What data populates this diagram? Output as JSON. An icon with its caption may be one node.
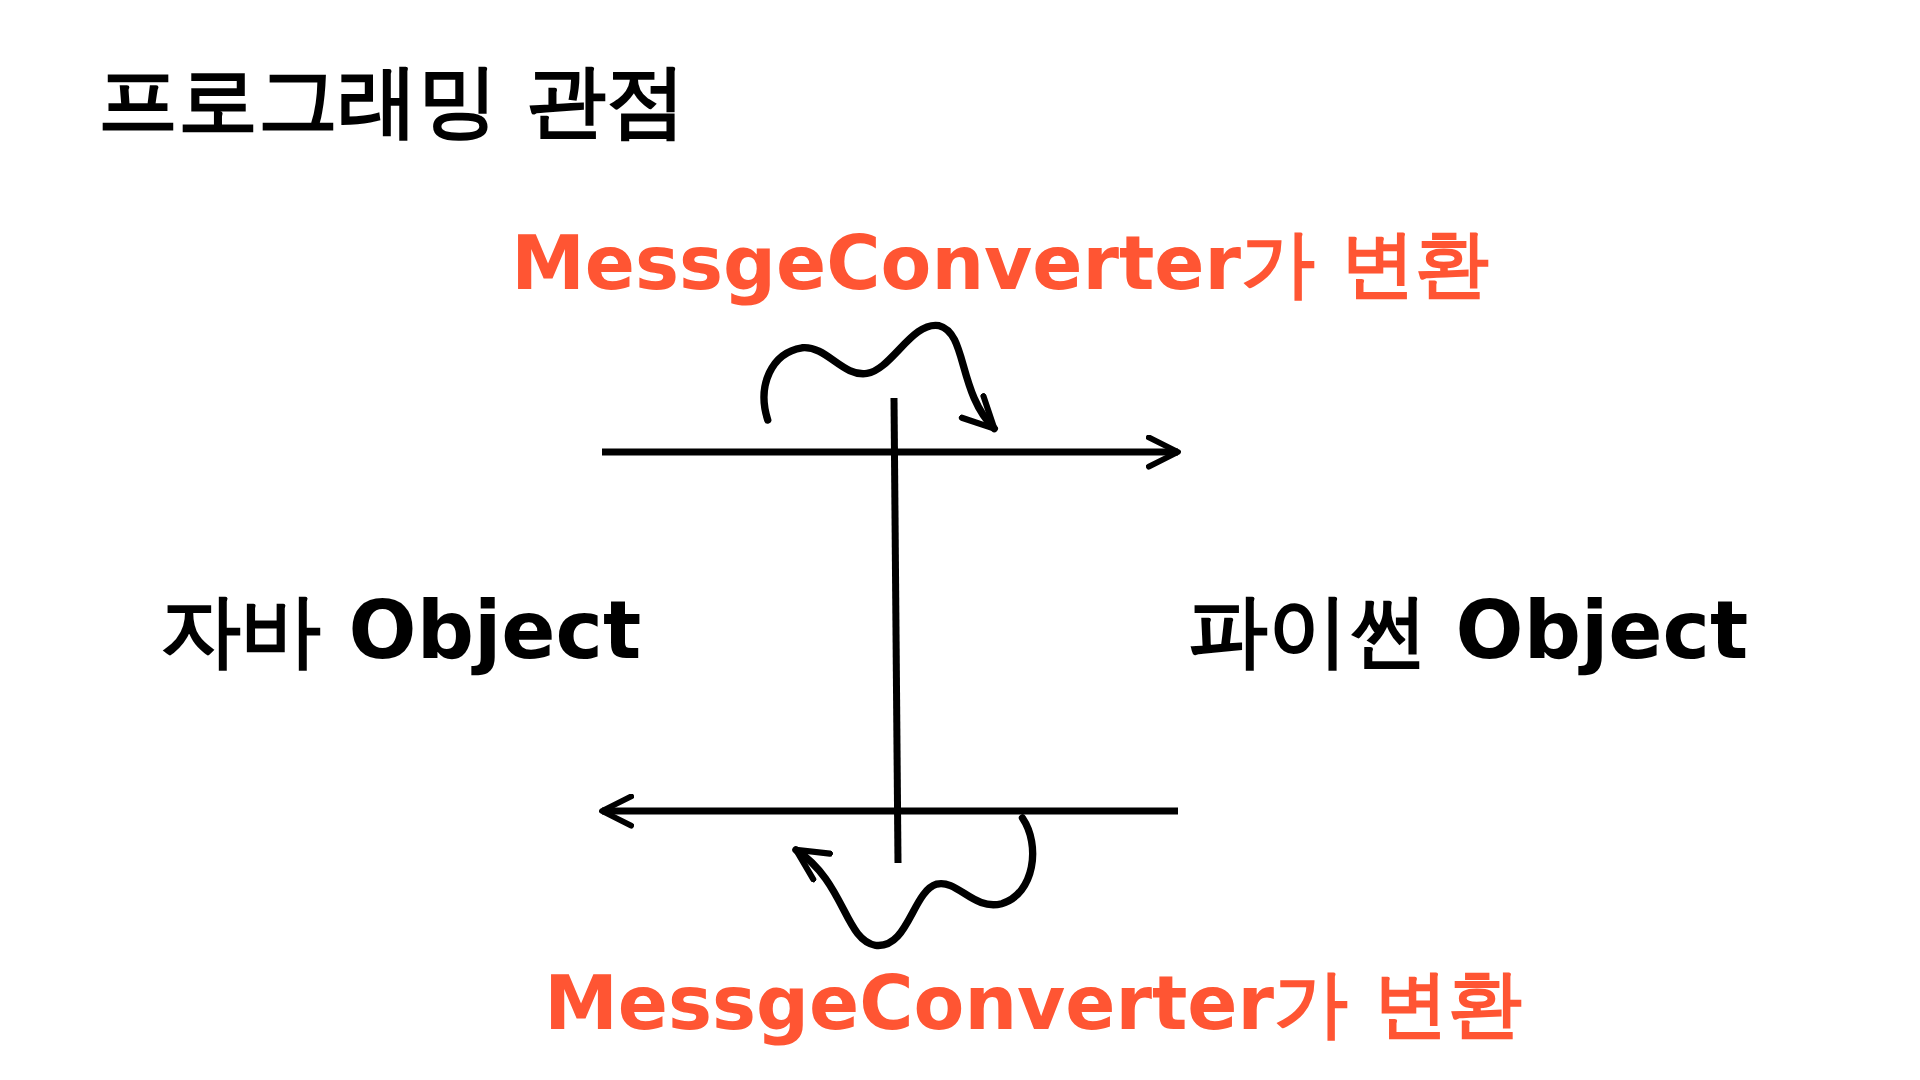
{
  "diagram": {
    "title": "프로그래밍 관점",
    "nodes": [
      {
        "text": [
          "자바 Object"
        ]
      },
      {
        "text": [
          "파이썬 Object"
        ]
      }
    ],
    "edges": [
      {
        "from": 0,
        "to": 1,
        "arrow": "to",
        "label": "MessgeConverter가 변환"
      },
      {
        "from": 1,
        "to": 0,
        "arrow": "to",
        "label": "MessgeConverter가 변환"
      }
    ]
  }
}
